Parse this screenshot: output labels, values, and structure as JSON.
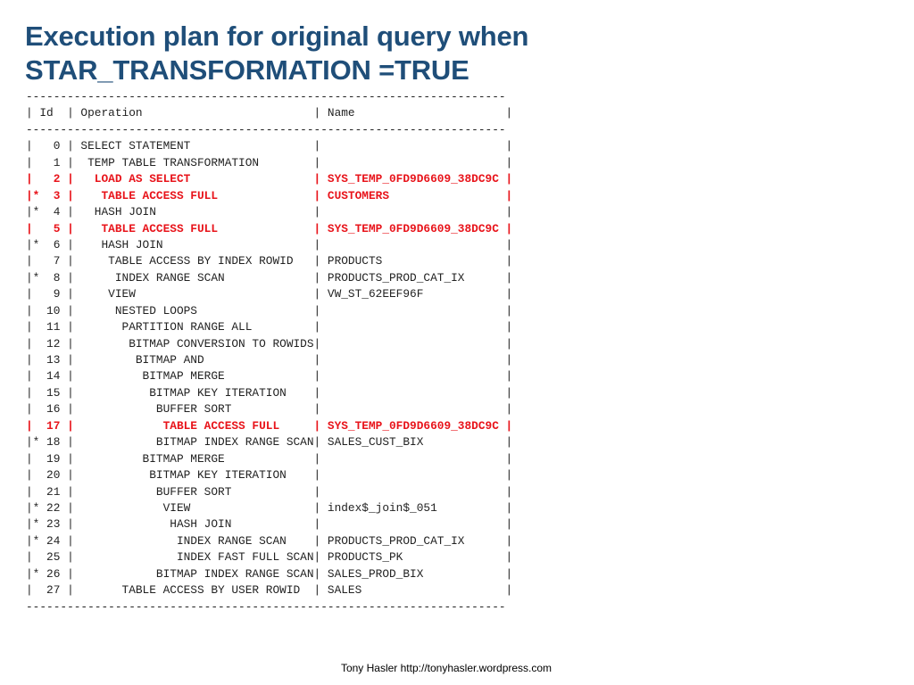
{
  "slide": {
    "title_line_1": "Execution plan for original query when",
    "title_line_2": "STAR_TRANSFORMATION =TRUE",
    "footer": "Tony Hasler http://tonyhasler.wordpress.com",
    "highlight_color": "#e8141b",
    "title_color": "#1f4e79"
  },
  "plan": {
    "separator": "----------------------------------------------------------------------",
    "header": "| Id  | Operation                         | Name                      |",
    "rows": [
      {
        "text": "|   0 | SELECT STATEMENT                  |                           |",
        "highlight": false
      },
      {
        "text": "|   1 |  TEMP TABLE TRANSFORMATION        |                           |",
        "highlight": false
      },
      {
        "text": "|   2 |   LOAD AS SELECT                  | SYS_TEMP_0FD9D6609_38DC9C |",
        "highlight": true
      },
      {
        "text": "|*  3 |    TABLE ACCESS FULL              | CUSTOMERS                 |",
        "highlight": true
      },
      {
        "text": "|*  4 |   HASH JOIN                       |                           |",
        "highlight": false
      },
      {
        "text": "|   5 |    TABLE ACCESS FULL              | SYS_TEMP_0FD9D6609_38DC9C |",
        "highlight": true
      },
      {
        "text": "|*  6 |    HASH JOIN                      |                           |",
        "highlight": false
      },
      {
        "text": "|   7 |     TABLE ACCESS BY INDEX ROWID   | PRODUCTS                  |",
        "highlight": false
      },
      {
        "text": "|*  8 |      INDEX RANGE SCAN             | PRODUCTS_PROD_CAT_IX      |",
        "highlight": false
      },
      {
        "text": "|   9 |     VIEW                          | VW_ST_62EEF96F            |",
        "highlight": false
      },
      {
        "text": "|  10 |      NESTED LOOPS                 |                           |",
        "highlight": false
      },
      {
        "text": "|  11 |       PARTITION RANGE ALL         |                           |",
        "highlight": false
      },
      {
        "text": "|  12 |        BITMAP CONVERSION TO ROWIDS|                           |",
        "highlight": false
      },
      {
        "text": "|  13 |         BITMAP AND                |                           |",
        "highlight": false
      },
      {
        "text": "|  14 |          BITMAP MERGE             |                           |",
        "highlight": false
      },
      {
        "text": "|  15 |           BITMAP KEY ITERATION    |                           |",
        "highlight": false
      },
      {
        "text": "|  16 |            BUFFER SORT            |                           |",
        "highlight": false
      },
      {
        "text": "|  17 |             TABLE ACCESS FULL     | SYS_TEMP_0FD9D6609_38DC9C |",
        "highlight": true
      },
      {
        "text": "|* 18 |            BITMAP INDEX RANGE SCAN| SALES_CUST_BIX            |",
        "highlight": false
      },
      {
        "text": "|  19 |          BITMAP MERGE             |                           |",
        "highlight": false
      },
      {
        "text": "|  20 |           BITMAP KEY ITERATION    |                           |",
        "highlight": false
      },
      {
        "text": "|  21 |            BUFFER SORT            |                           |",
        "highlight": false
      },
      {
        "text": "|* 22 |             VIEW                  | index$_join$_051          |",
        "highlight": false
      },
      {
        "text": "|* 23 |              HASH JOIN            |                           |",
        "highlight": false
      },
      {
        "text": "|* 24 |               INDEX RANGE SCAN    | PRODUCTS_PROD_CAT_IX      |",
        "highlight": false
      },
      {
        "text": "|  25 |               INDEX FAST FULL SCAN| PRODUCTS_PK               |",
        "highlight": false
      },
      {
        "text": "|* 26 |            BITMAP INDEX RANGE SCAN| SALES_PROD_BIX            |",
        "highlight": false
      },
      {
        "text": "|  27 |       TABLE ACCESS BY USER ROWID  | SALES                     |",
        "highlight": false
      }
    ]
  }
}
